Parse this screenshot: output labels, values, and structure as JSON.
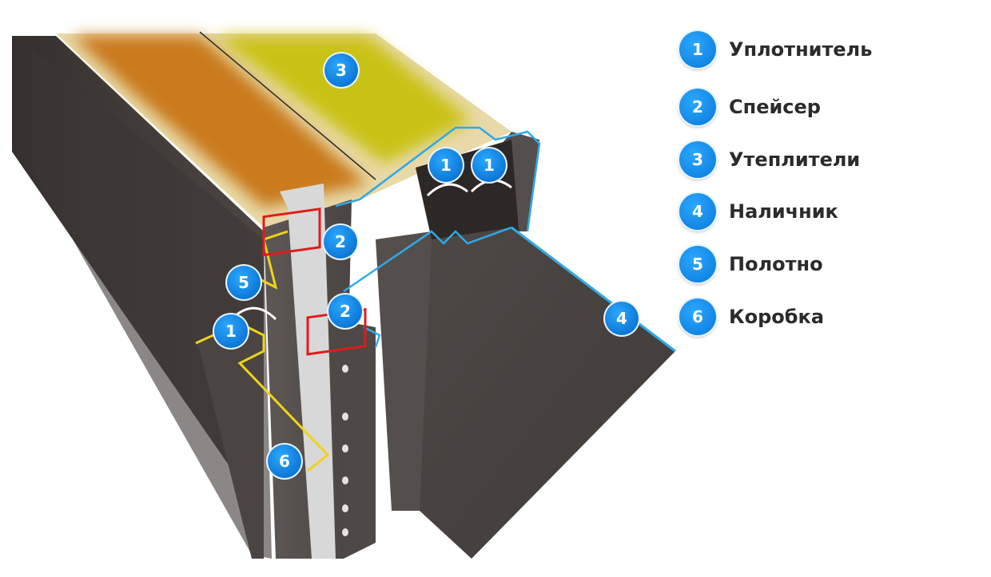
{
  "legend": {
    "items": [
      {
        "number": "1",
        "label": "Уплотнитель"
      },
      {
        "number": "2",
        "label": "Спейсер"
      },
      {
        "number": "3",
        "label": "Утеплители"
      },
      {
        "number": "4",
        "label": "Наличник"
      },
      {
        "number": "5",
        "label": "Полотно"
      },
      {
        "number": "6",
        "label": "Коробка"
      }
    ]
  },
  "callouts": [
    "3",
    "1",
    "1",
    "2",
    "5",
    "2",
    "1",
    "4",
    "6"
  ],
  "colors": {
    "badge": "#0a78d8",
    "steel": "#4f4a47",
    "insulation_orange": "#c97a1a",
    "insulation_yellow": "#c9c219",
    "sealant_outline": "#ffffff",
    "spacer_outline": "#e01b1b",
    "frame_outline": "#f0d21a",
    "trim_outline": "#2fa9e8"
  }
}
